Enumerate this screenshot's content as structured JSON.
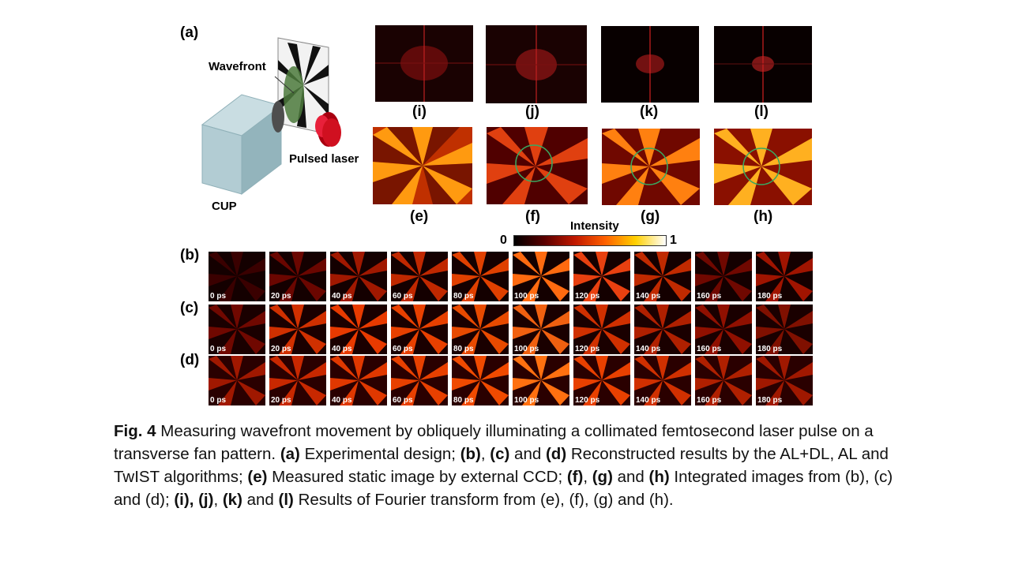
{
  "panel_labels": {
    "a": "(a)",
    "b": "(b)",
    "c": "(c)",
    "d": "(d)",
    "e": "(e)",
    "f": "(f)",
    "g": "(g)",
    "h": "(h)",
    "i": "(i)",
    "j": "(j)",
    "k": "(k)",
    "l": "(l)"
  },
  "setup": {
    "wavefront": "Wavefront",
    "pulsed_laser": "Pulsed laser",
    "cup": "CUP"
  },
  "colorbar": {
    "title": "Intensity",
    "min": "0",
    "max": "1",
    "colormap": [
      "#000000",
      "#5a0000",
      "#c01800",
      "#ff6000",
      "#ffd000",
      "#ffffff"
    ]
  },
  "time_labels": [
    "0 ps",
    "20 ps",
    "40 ps",
    "60 ps",
    "80 ps",
    "100 ps",
    "120 ps",
    "140 ps",
    "160 ps",
    "180 ps"
  ],
  "caption": {
    "fig": "Fig. 4",
    "s1": " Measuring wavefront movement by obliquely illuminating a collimated femtosecond laser pulse on a transverse fan pattern. ",
    "a": "(a)",
    "s2": " Experimental design; ",
    "b": "(b)",
    "s3": ", ",
    "c": "(c)",
    "s4": " and ",
    "d": "(d)",
    "s5": " Reconstructed results by the AL+DL, AL and TwIST algorithms; ",
    "e": "(e)",
    "s6": " Measured static image by external CCD; ",
    "f": "(f)",
    "s7": ", ",
    "g": "(g)",
    "s8": " and ",
    "h": "(h)",
    "s9": " Integrated images from (b), (c) and (d); ",
    "ij": "(i), (j)",
    "s10": ", ",
    "k": "(k)",
    "s11": " and ",
    "l": "(l)",
    "s12": " Results of Fourier transform from (e), (f), (g) and (h)."
  }
}
